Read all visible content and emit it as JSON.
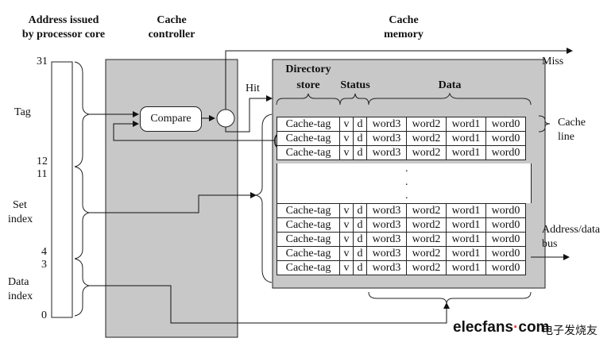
{
  "headers": {
    "address": [
      "Address issued",
      "by processor core"
    ],
    "controller": [
      "Cache",
      "controller"
    ],
    "memory": [
      "Cache",
      "memory"
    ]
  },
  "address_fields": {
    "tag": "Tag",
    "set_index": [
      "Set",
      "index"
    ],
    "data_index": [
      "Data",
      "index"
    ],
    "bits": {
      "b31": "31",
      "b12": "12",
      "b11": "11",
      "b4": "4",
      "b3": "3",
      "b0": "0"
    }
  },
  "compare_label": "Compare",
  "signals": {
    "hit": "Hit",
    "miss": "Miss",
    "bus": [
      "Address/data",
      "bus"
    ],
    "cache_line": [
      "Cache",
      "line"
    ]
  },
  "memory_columns": {
    "directory": [
      "Directory",
      "store"
    ],
    "status": "Status",
    "data": "Data"
  },
  "row": [
    "Cache-tag",
    "v",
    "d",
    "word3",
    "word2",
    "word1",
    "word0"
  ],
  "ellipsis": ".",
  "logo": {
    "main": "elecfans",
    "dot": "·",
    "suffix": "com",
    "cn": "电子发烧友"
  }
}
